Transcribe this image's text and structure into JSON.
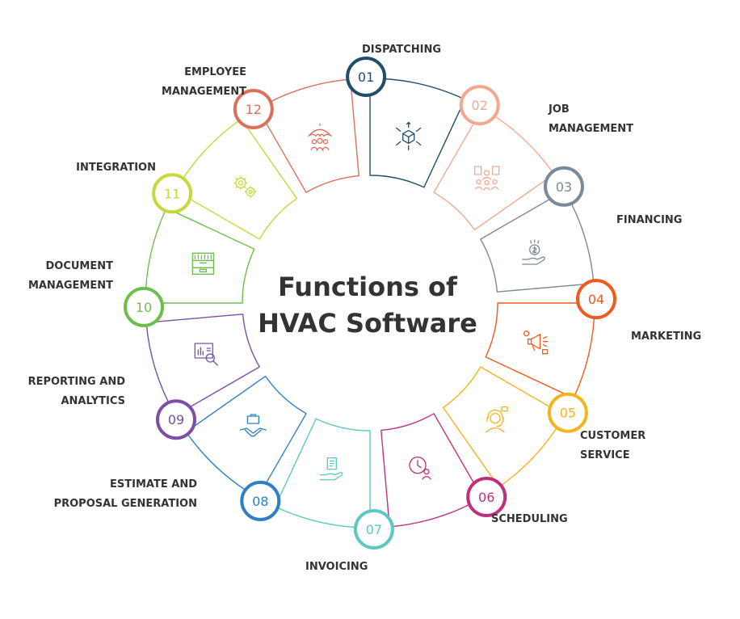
{
  "diagram": {
    "title_line1": "Functions of",
    "title_line2": "HVAC Software",
    "title_color": "#404040",
    "items": [
      {
        "number": "01",
        "label_lines": [
          "DISPATCHING"
        ],
        "color": "#1f4e6b",
        "icon": "box-distribution-icon"
      },
      {
        "number": "02",
        "label_lines": [
          "JOB",
          "MANAGEMENT"
        ],
        "color": "#f5a78e",
        "icon": "team-documents-icon"
      },
      {
        "number": "03",
        "label_lines": [
          "FINANCING"
        ],
        "color": "#7a8a99",
        "icon": "money-hand-icon"
      },
      {
        "number": "04",
        "label_lines": [
          "MARKETING"
        ],
        "color": "#f05a1e",
        "icon": "megaphone-icon"
      },
      {
        "number": "05",
        "label_lines": [
          "CUSTOMER",
          "SERVICE"
        ],
        "color": "#f5b41e",
        "icon": "headset-support-icon"
      },
      {
        "number": "06",
        "label_lines": [
          "SCHEDULING"
        ],
        "color": "#c0307a",
        "icon": "clock-person-icon"
      },
      {
        "number": "07",
        "label_lines": [
          "INVOICING"
        ],
        "color": "#5cc9c0",
        "icon": "invoice-hand-icon"
      },
      {
        "number": "08",
        "label_lines": [
          "ESTIMATE AND",
          "PROPOSAL GENERATION"
        ],
        "color": "#2e7fc4",
        "icon": "handshake-briefcase-icon"
      },
      {
        "number": "09",
        "label_lines": [
          "REPORTING AND",
          "ANALYTICS"
        ],
        "color": "#7a4fa8",
        "icon": "analytics-report-icon"
      },
      {
        "number": "10",
        "label_lines": [
          "DOCUMENT",
          "MANAGEMENT"
        ],
        "color": "#6dbf4b",
        "icon": "file-cabinet-icon"
      },
      {
        "number": "11",
        "label_lines": [
          "INTEGRATION"
        ],
        "color": "#c7d83a",
        "icon": "gears-icon"
      },
      {
        "number": "12",
        "label_lines": [
          "EMPLOYEE",
          "MANAGEMENT"
        ],
        "color": "#d9705a",
        "icon": "umbrella-people-icon"
      }
    ]
  }
}
